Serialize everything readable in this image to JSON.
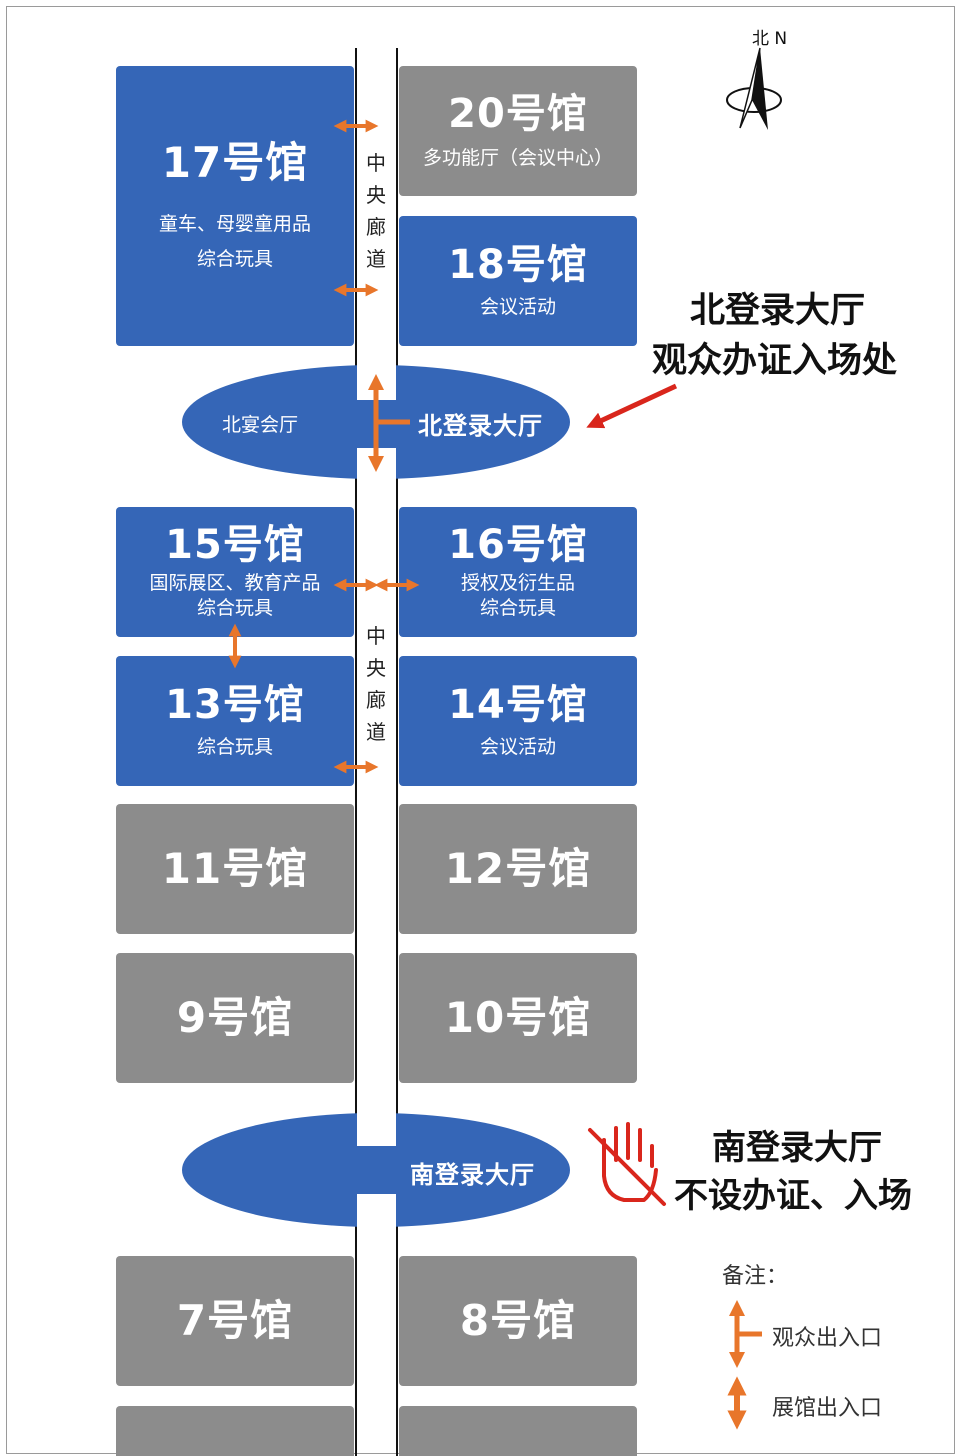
{
  "halls": {
    "h20": {
      "name": "20号馆",
      "sub": "多功能厅（会议中心）"
    },
    "h17": {
      "name": "17号馆",
      "sub1": "童车、母婴童用品",
      "sub2": "综合玩具"
    },
    "h18": {
      "name": "18号馆",
      "sub": "会议活动"
    },
    "h15": {
      "name": "15号馆",
      "sub1": "国际展区、教育产品",
      "sub2": "综合玩具"
    },
    "h16": {
      "name": "16号馆",
      "sub1": "授权及衍生品",
      "sub2": "综合玩具"
    },
    "h13": {
      "name": "13号馆",
      "sub": "综合玩具"
    },
    "h14": {
      "name": "14号馆",
      "sub": "会议活动"
    },
    "h11": {
      "name": "11号馆"
    },
    "h12": {
      "name": "12号馆"
    },
    "h9": {
      "name": "9号馆"
    },
    "h10": {
      "name": "10号馆"
    },
    "h7": {
      "name": "7号馆"
    },
    "h8": {
      "name": "8号馆"
    }
  },
  "lobbies": {
    "north_banquet": "北宴会厅",
    "north_lobby": "北登录大厅",
    "south_lobby": "南登录大厅"
  },
  "corridor": [
    "中",
    "央",
    "廊",
    "道"
  ],
  "compass": {
    "label": "北 N"
  },
  "callouts": {
    "north_line1": "北登录大厅",
    "north_line2": "观众办证入场处",
    "south_line1": "南登录大厅",
    "south_line2": "不设办证、入场"
  },
  "legend": {
    "title": "备注：",
    "visitor_entrance": "观众出入口",
    "hall_entrance": "展馆出入口"
  },
  "colors": {
    "hall_blue": "#3566b7",
    "hall_gray": "#8c8c8c",
    "arrow_orange": "#e8762b",
    "callout_red": "#d9261c"
  }
}
